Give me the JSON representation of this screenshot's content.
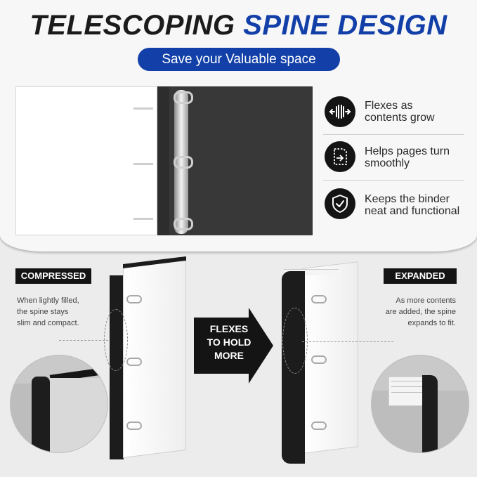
{
  "headline": {
    "part1": "TELESCOPING",
    "part2": "SPINE DESIGN"
  },
  "subtitle": "Save your Valuable space",
  "features": [
    {
      "icon": "flex-arrows-icon",
      "line1": "Flexes as",
      "line2": "contents grow"
    },
    {
      "icon": "page-turn-icon",
      "line1": "Helps pages turn",
      "line2": "smoothly"
    },
    {
      "icon": "shield-check-icon",
      "line1": "Keeps the binder",
      "line2": "neat and functional"
    }
  ],
  "compressed": {
    "tag": "COMPRESSED",
    "line1": "When lightly filled,",
    "line2": "the spine stays",
    "line3": "slim and compact."
  },
  "expanded": {
    "tag": "EXPANDED",
    "line1": "As more contents",
    "line2": "are added, the spine",
    "line3": "expands to fit."
  },
  "arrow": {
    "line1": "FLEXES",
    "line2": "TO HOLD",
    "line3": "MORE"
  },
  "colors": {
    "accent": "#1240a8",
    "dark": "#141414"
  }
}
